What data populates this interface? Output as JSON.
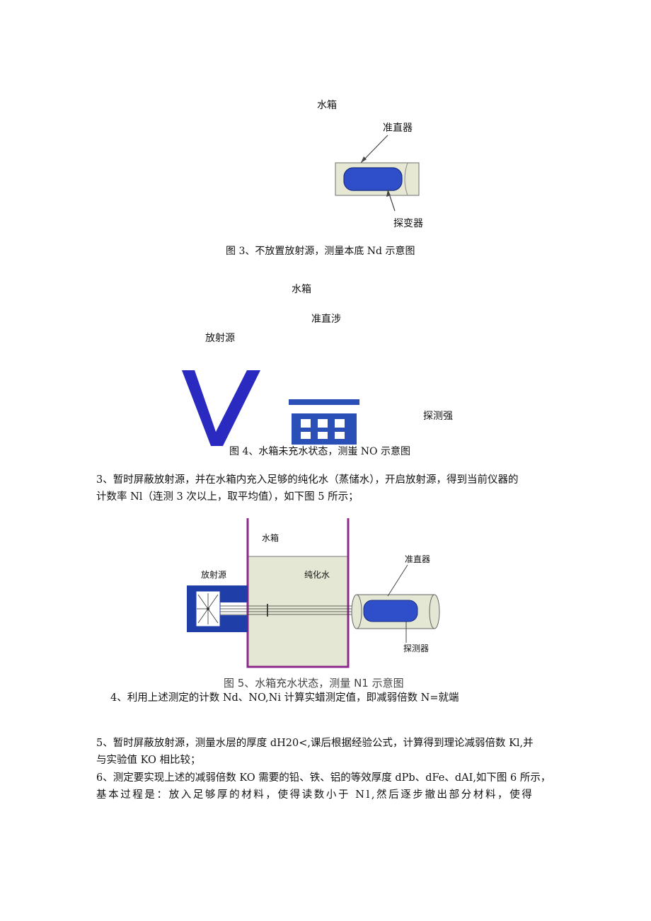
{
  "fig3": {
    "label_tank": "水箱",
    "label_collimator": "准直器",
    "label_detector": "探变器",
    "caption": "图 3、不放置放射源，测量本底 Nd 示意图"
  },
  "fig4": {
    "label_tank": "水箱",
    "label_collimator": "准直涉",
    "label_source": "放射源",
    "label_detector": "探测强",
    "caption": "图 4、水箱未充水状态，测蚩 NO 示意图"
  },
  "step3": {
    "line1": "3、暂时屏蔽放射源，并在水箱内充入足够的纯化水（蒸储水），开启放射源，得到当前仪器的",
    "line2": "计数率 Nl（连测 3 次以上，取平均值），如下图 5 所示；"
  },
  "fig5": {
    "label_tank": "水箱",
    "label_source": "放射源",
    "label_water": "纯化水",
    "label_collimator": "准直器",
    "label_detector": "探测器",
    "caption": "图 5、水箱充水状态，测量 N1 示意图"
  },
  "step4": {
    "line1": "4、利用上述测定的计数 Nd、NO,Ni 计算实蜡测定值，即减弱倍数 N=就端"
  },
  "step5": {
    "line1": "5、暂时屏蔽放射源，测量水层的厚度 dH20<,课后根据经验公式，计算得到理论减弱倍数 Kl,并",
    "line2": "与实验值 KO 相比较；"
  },
  "step6": {
    "line1": "6、测定要实现上述的减弱倍数 KO 需要的铅、铁、铝的等效厚度 dPb、dFe、dAI,如下图 6 所示，",
    "line2": "基本过程是：放入足够厚的材料，使得读数小于 Nl,然后逐步撤出部分材料，使得"
  },
  "colors": {
    "detector_blue": "#2e4fc9",
    "tank_border": "#8c2a8c",
    "water_fill": "#e4e7d3",
    "source_blue": "#1f3ea8",
    "fig4_glyph_blue": "#2a2ac0"
  }
}
